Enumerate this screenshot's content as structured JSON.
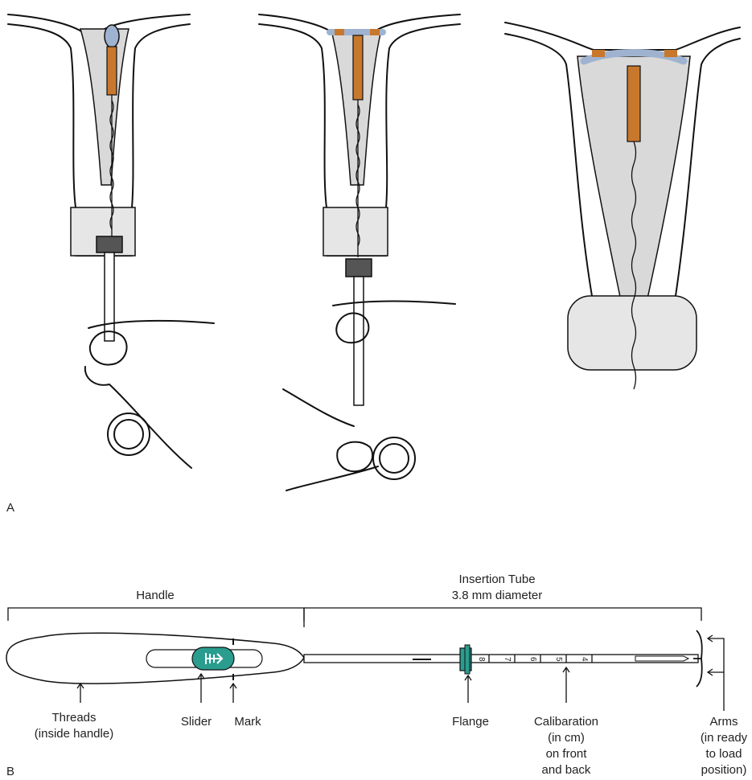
{
  "panel_a": {
    "letter": "A"
  },
  "panel_b": {
    "letter": "B",
    "handle_label": "Handle",
    "tube_label_line1": "Insertion Tube",
    "tube_label_line2": "3.8 mm diameter",
    "callouts": {
      "threads": [
        "Threads",
        "(inside handle)"
      ],
      "slider": [
        "Slider"
      ],
      "mark": [
        "Mark"
      ],
      "flange": [
        "Flange"
      ],
      "calibration": [
        "Calibaration",
        "(in cm)",
        "on front",
        "and back"
      ],
      "arms": [
        "Arms",
        "(in ready",
        "to load",
        "position)"
      ]
    },
    "scale_ticks": [
      "8",
      "7",
      "6",
      "5",
      "4"
    ]
  },
  "colors": {
    "uterine_cavity": "#d9d9d9",
    "tissue": "#e6e6e6",
    "copper_coil": "#c8782c",
    "iud_arm": "#9fb3d1",
    "slider_flange": "#2a9d8f",
    "outline": "#111111"
  }
}
